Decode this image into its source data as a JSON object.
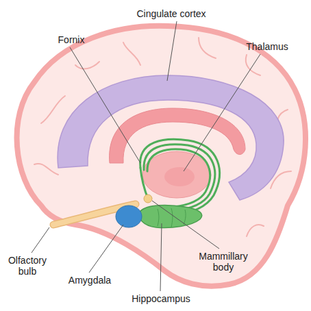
{
  "diagram": {
    "labels": [
      "Cingulate cortex",
      "Fornix",
      "Thalamus",
      "Olfactory bulb",
      "Mammillary body",
      "Amygdala",
      "Hippocampus"
    ]
  }
}
